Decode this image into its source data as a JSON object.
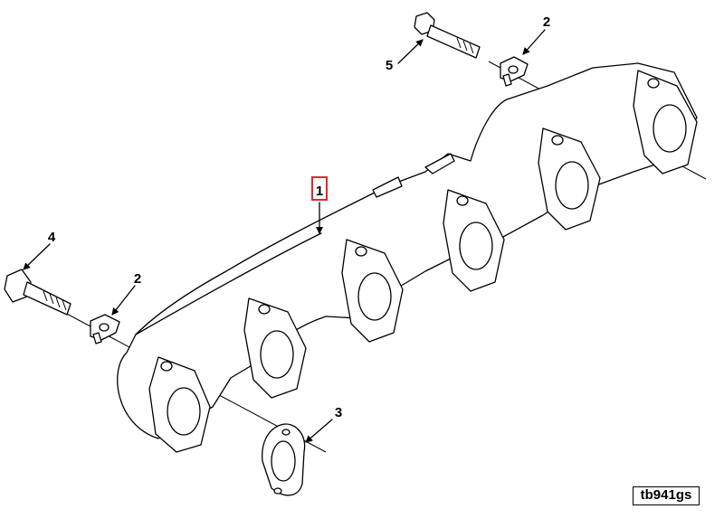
{
  "callouts": [
    {
      "id": "manifold",
      "label": "1",
      "highlighted": true
    },
    {
      "id": "lock-plate-top",
      "label": "2"
    },
    {
      "id": "lock-plate-left",
      "label": "2"
    },
    {
      "id": "gasket",
      "label": "3"
    },
    {
      "id": "capscrew",
      "label": "4"
    },
    {
      "id": "stud",
      "label": "5"
    }
  ],
  "figure_code": "tb941gs",
  "colors": {
    "highlight": "#e8262b",
    "line": "#000000",
    "background": "#ffffff"
  }
}
